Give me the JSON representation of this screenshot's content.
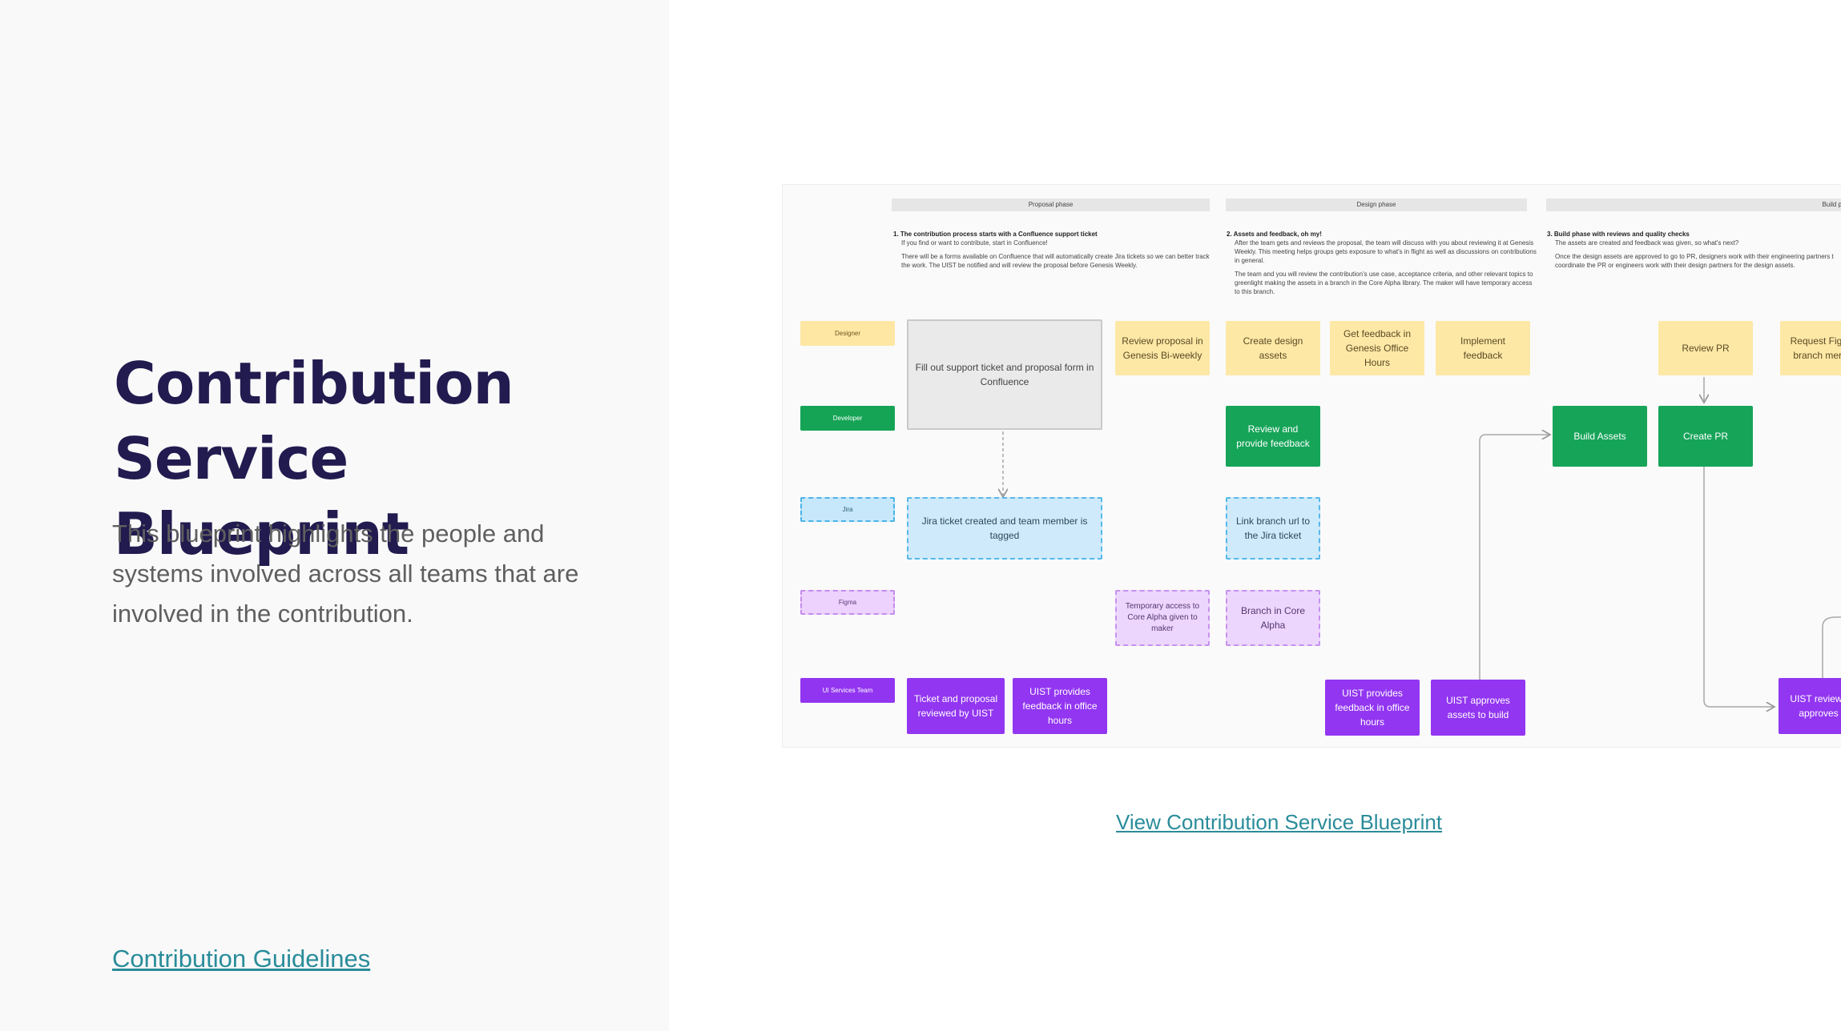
{
  "sidebar": {
    "title_line1": "Contribution",
    "title_line2": "Service Blueprint",
    "description": "This blueprint highlights the people and systems involved across all teams that are involved in the contribution.",
    "guidelines_link": "Contribution Guidelines"
  },
  "main": {
    "view_link": "View Contribution Service Blueprint"
  },
  "blueprint": {
    "phases": {
      "proposal": {
        "label": "Proposal phase",
        "note_title": "1.  The contribution process starts with a Confluence support ticket",
        "note_line1": "If you find or want to contribute, start in Confluence!",
        "note_line2": "There will be a forms available on Confluence that will automatically create Jira tickets so we can better track the work. The UIST be notified and will review the proposal before Genesis Weekly."
      },
      "design": {
        "label": "Design phase",
        "note_title": "2.  Assets and feedback, oh my!",
        "note_line1": "After the team gets and reviews the proposal, the team will discuss with you about reviewing it at Genesis Weekly. This meeting helps groups gets exposure to what's in flight as well as discussions on contributions in general.",
        "note_line2": "The team and you will review the contribution's use case, acceptance criteria, and other relevant topics to greenlight making the assets in a branch in the Core Alpha library. The maker will have temporary access to this branch."
      },
      "build": {
        "label": "Build p",
        "note_title": "3.  Build phase with reviews and quality checks",
        "note_line1": "The assets are created and feedback was given, so what's next?",
        "note_line2": "Once the design assets are approved to go to PR, designers work with their engineering partners t coordinate the PR or engineers work with their design partners for the design assets."
      }
    },
    "lanes": {
      "designer": "Designer",
      "developer": "Developer",
      "jira": "Jira",
      "figma": "Figma",
      "uist": "UI Services Team"
    },
    "cards": {
      "fill_ticket": "Fill out support ticket and proposal form in Confluence",
      "review_proposal": "Review proposal in Genesis Bi-weekly",
      "create_assets": "Create design assets",
      "get_feedback": "Get feedback in Genesis Office Hours",
      "implement_feedback": "Implement feedback",
      "review_pr": "Review PR",
      "request_figma": "Request Figm branch merg",
      "review_provide": "Review and provide feedback",
      "build_assets": "Build Assets",
      "create_pr": "Create PR",
      "jira_created": "Jira ticket created and team member is tagged",
      "link_branch": "Link branch url to the Jira ticket",
      "temp_access": "Temporary access to Core Alpha given to maker",
      "branch_core": "Branch in Core Alpha",
      "ticket_reviewed": "Ticket and proposal reviewed by UIST",
      "uist_feedback_1": "UIST provides feedback in office hours",
      "uist_feedback_2": "UIST provides feedback in office hours",
      "uist_approves": "UIST approves assets to build",
      "uist_reviews": "UIST reviews approves"
    }
  }
}
